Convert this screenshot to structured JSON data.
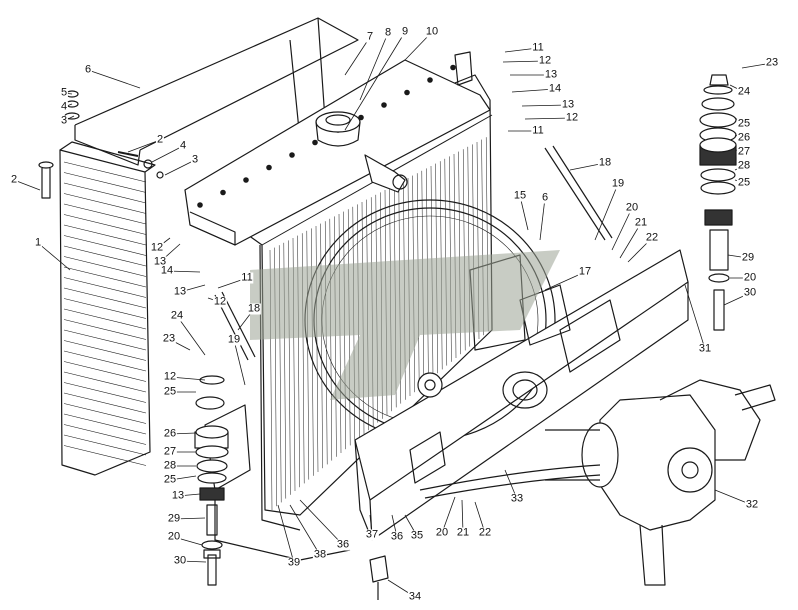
{
  "callouts": [
    {
      "id": "c1",
      "text": "1"
    },
    {
      "id": "c2a",
      "text": "2"
    },
    {
      "id": "c2b",
      "text": "2"
    },
    {
      "id": "c3a",
      "text": "3"
    },
    {
      "id": "c3b",
      "text": "3"
    },
    {
      "id": "c4a",
      "text": "4"
    },
    {
      "id": "c4b",
      "text": "4"
    },
    {
      "id": "c5",
      "text": "5"
    },
    {
      "id": "c6a",
      "text": "6"
    },
    {
      "id": "c6b",
      "text": "6"
    },
    {
      "id": "c7",
      "text": "7"
    },
    {
      "id": "c8",
      "text": "8"
    },
    {
      "id": "c9",
      "text": "9"
    },
    {
      "id": "c10",
      "text": "10"
    },
    {
      "id": "c11a",
      "text": "11"
    },
    {
      "id": "c11b",
      "text": "11"
    },
    {
      "id": "c11c",
      "text": "11"
    },
    {
      "id": "c12a",
      "text": "12"
    },
    {
      "id": "c12b",
      "text": "12"
    },
    {
      "id": "c12c",
      "text": "12"
    },
    {
      "id": "c12d",
      "text": "12"
    },
    {
      "id": "c12e",
      "text": "12"
    },
    {
      "id": "c13a",
      "text": "13"
    },
    {
      "id": "c13b",
      "text": "13"
    },
    {
      "id": "c13c",
      "text": "13"
    },
    {
      "id": "c13d",
      "text": "13"
    },
    {
      "id": "c13e",
      "text": "13"
    },
    {
      "id": "c14a",
      "text": "14"
    },
    {
      "id": "c14b",
      "text": "14"
    },
    {
      "id": "c15",
      "text": "15"
    },
    {
      "id": "c17",
      "text": "17"
    },
    {
      "id": "c18a",
      "text": "18"
    },
    {
      "id": "c18b",
      "text": "18"
    },
    {
      "id": "c19a",
      "text": "19"
    },
    {
      "id": "c19b",
      "text": "19"
    },
    {
      "id": "c20a",
      "text": "20"
    },
    {
      "id": "c20b",
      "text": "20"
    },
    {
      "id": "c20c",
      "text": "20"
    },
    {
      "id": "c20d",
      "text": "20"
    },
    {
      "id": "c21a",
      "text": "21"
    },
    {
      "id": "c21b",
      "text": "21"
    },
    {
      "id": "c22a",
      "text": "22"
    },
    {
      "id": "c22b",
      "text": "22"
    },
    {
      "id": "c23a",
      "text": "23"
    },
    {
      "id": "c23b",
      "text": "23"
    },
    {
      "id": "c24a",
      "text": "24"
    },
    {
      "id": "c24b",
      "text": "24"
    },
    {
      "id": "c25a",
      "text": "25"
    },
    {
      "id": "c25b",
      "text": "25"
    },
    {
      "id": "c25c",
      "text": "25"
    },
    {
      "id": "c25d",
      "text": "25"
    },
    {
      "id": "c26a",
      "text": "26"
    },
    {
      "id": "c26b",
      "text": "26"
    },
    {
      "id": "c27a",
      "text": "27"
    },
    {
      "id": "c27b",
      "text": "27"
    },
    {
      "id": "c28a",
      "text": "28"
    },
    {
      "id": "c28b",
      "text": "28"
    },
    {
      "id": "c29a",
      "text": "29"
    },
    {
      "id": "c29b",
      "text": "29"
    },
    {
      "id": "c30a",
      "text": "30"
    },
    {
      "id": "c30b",
      "text": "30"
    },
    {
      "id": "c31",
      "text": "31"
    },
    {
      "id": "c32",
      "text": "32"
    },
    {
      "id": "c33",
      "text": "33"
    },
    {
      "id": "c34",
      "text": "34"
    },
    {
      "id": "c35",
      "text": "35"
    },
    {
      "id": "c36a",
      "text": "36"
    },
    {
      "id": "c36b",
      "text": "36"
    },
    {
      "id": "c37",
      "text": "37"
    },
    {
      "id": "c38",
      "text": "38"
    },
    {
      "id": "c39",
      "text": "39"
    }
  ],
  "colors": {
    "line": "#1a1a1a",
    "watermark": "#9aa394",
    "paper": "#ffffff"
  }
}
